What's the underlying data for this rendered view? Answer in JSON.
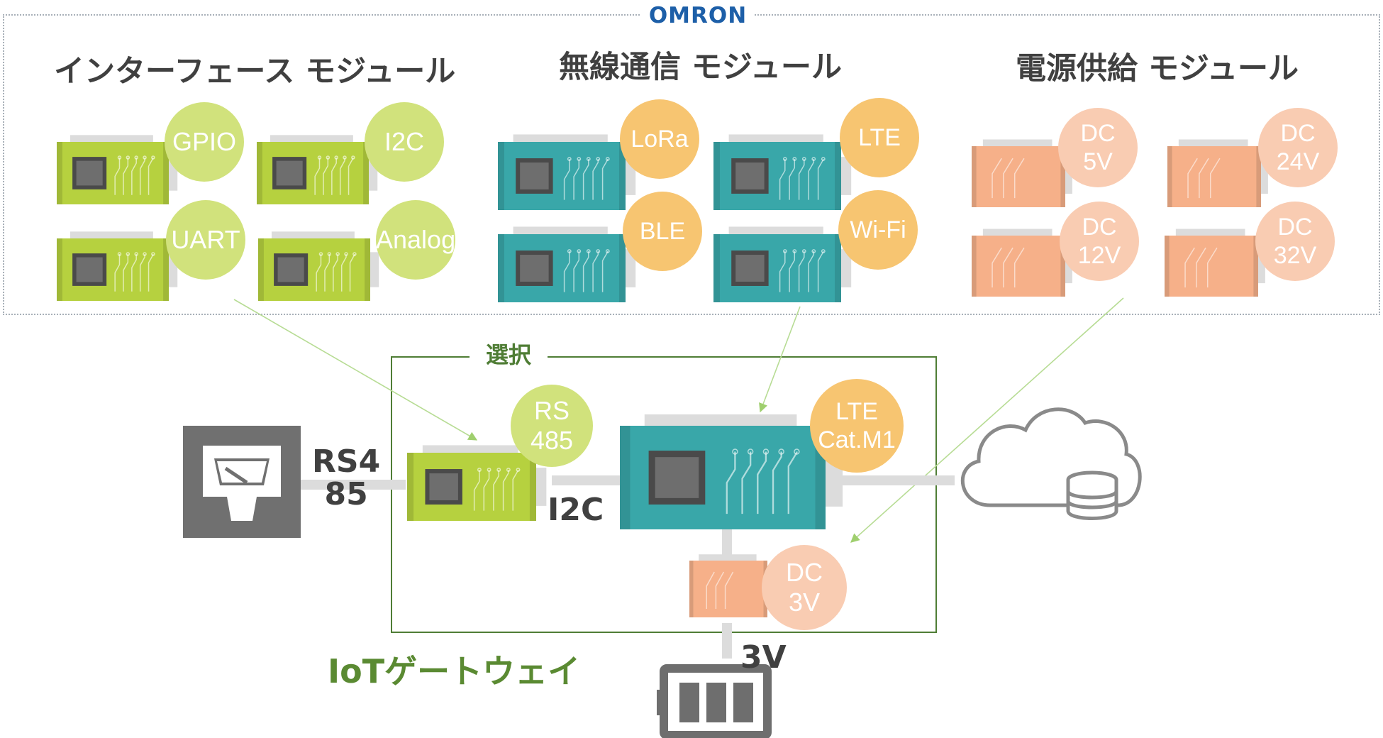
{
  "logo": {
    "text": "OMRON"
  },
  "categories": {
    "interface": {
      "title": "インターフェース モジュール"
    },
    "wireless": {
      "title": "無線通信 モジュール"
    },
    "power": {
      "title": "電源供給 モジュール"
    }
  },
  "palette_modules": {
    "interface": [
      "GPIO",
      "I2C",
      "UART",
      "Analog"
    ],
    "wireless": [
      "LoRa",
      "LTE",
      "BLE",
      "Wi-Fi"
    ],
    "power": [
      "DC\n5V",
      "DC\n24V",
      "DC\n12V",
      "DC\n32V"
    ]
  },
  "gateway": {
    "select_label": "選択",
    "title": "IoTゲートウェイ",
    "rs485_module": "RS\n485",
    "lte_module": "LTE\nCat.M1",
    "dc_module": "DC\n3V"
  },
  "connections": {
    "rs485": "RS4\n85",
    "i2c": "I2C",
    "voltage": "3V"
  },
  "colors": {
    "interface_board": "#b6d13f",
    "interface_badge": "#d1e27c",
    "wireless_board": "#39a7a9",
    "wireless_badge": "#f7c571",
    "power_board": "#f6b089",
    "power_badge": "#f9ccb2",
    "gateway_frame": "#4f7d35",
    "logo": "#1d5fa8"
  },
  "icons": [
    "meter-icon",
    "cloud-database-icon",
    "battery-icon"
  ]
}
